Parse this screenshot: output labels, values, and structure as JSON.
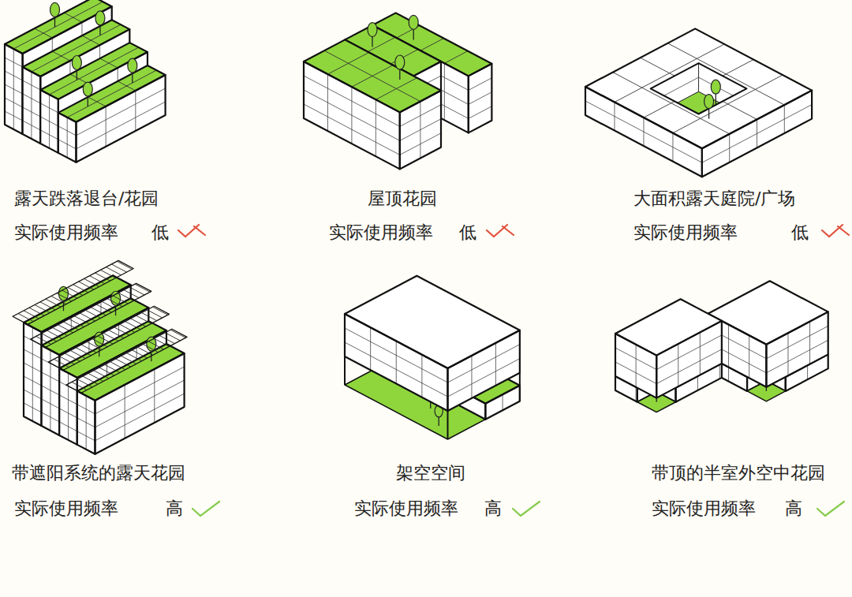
{
  "diagram": {
    "labels": [
      "露天跌落退台/花园",
      "实际使用频率",
      "低",
      "屋顶花园",
      "实际使用频率",
      "低",
      "大面积露天庭院/广场",
      "实际使用频率",
      "低",
      "带遮阳系统的露天花园",
      "实际使用频率",
      "高",
      "架空空间",
      "实际使用频率",
      "高",
      "带顶的半室外空中花园",
      "实际使用频率",
      "高"
    ]
  }
}
